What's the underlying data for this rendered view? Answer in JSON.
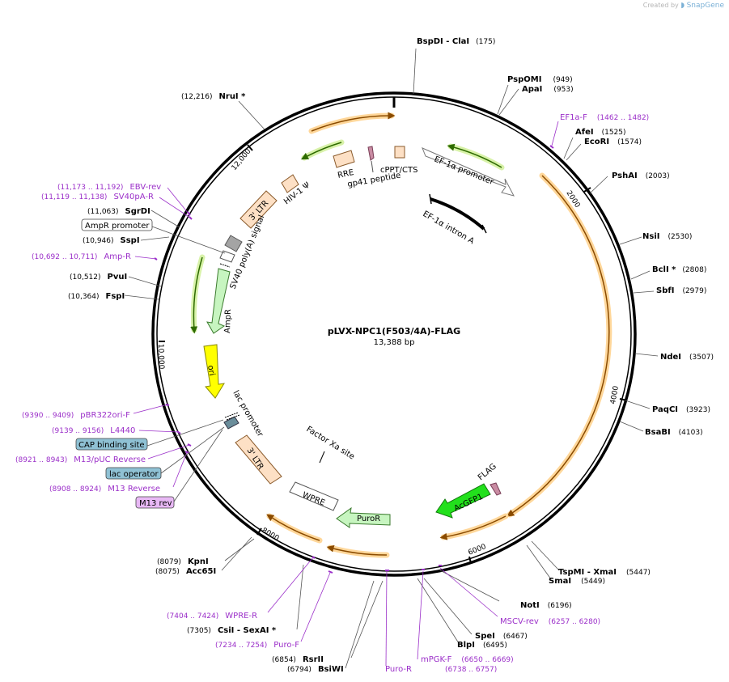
{
  "credit": {
    "prefix": "Created by",
    "brand": "SnapGene"
  },
  "title": "pLVX-NPC1(F503/4A)-FLAG",
  "length": "13,388 bp",
  "ticks": [
    "2000",
    "4000",
    "6000",
    "8000",
    "10,000",
    "12,000"
  ],
  "features": [
    {
      "label": "EF-1α promoter"
    },
    {
      "label": "EF-1α intron A"
    },
    {
      "label": "cPPT/CTS"
    },
    {
      "label": "RRE"
    },
    {
      "label": "gp41 peptide"
    },
    {
      "label": "HIV-1 Ψ"
    },
    {
      "label": "3' LTR"
    },
    {
      "label": "SV40 poly(A) signal"
    },
    {
      "label": "AmpR"
    },
    {
      "label": "ori"
    },
    {
      "label": "lac promoter"
    },
    {
      "label": "3' LTR"
    },
    {
      "label": "Factor Xa site"
    },
    {
      "label": "WPRE"
    },
    {
      "label": "PuroR"
    },
    {
      "label": "AcGFP1"
    },
    {
      "label": "FLAG"
    }
  ],
  "enzymes": [
    {
      "name": "BspDI",
      "name2": "ClaI",
      "pos": "(175)"
    },
    {
      "name": "PspOMI",
      "pos": "(949)"
    },
    {
      "name": "ApaI",
      "pos": "(953)"
    },
    {
      "name": "AfeI",
      "pos": "(1525)"
    },
    {
      "name": "EcoRI",
      "pos": "(1574)"
    },
    {
      "name": "PshAI",
      "pos": "(2003)"
    },
    {
      "name": "NsiI",
      "pos": "(2530)"
    },
    {
      "name": "BclI *",
      "pos": "(2808)"
    },
    {
      "name": "SbfI",
      "pos": "(2979)"
    },
    {
      "name": "NdeI",
      "pos": "(3507)"
    },
    {
      "name": "PaqCI",
      "pos": "(3923)"
    },
    {
      "name": "BsaBI",
      "pos": "(4103)"
    },
    {
      "name": "TspMI",
      "name2": "XmaI",
      "pos": "(5447)"
    },
    {
      "name": "SmaI",
      "pos": "(5449)"
    },
    {
      "name": "NotI",
      "pos": "(6196)"
    },
    {
      "name": "SpeI",
      "pos": "(6467)"
    },
    {
      "name": "BlpI",
      "pos": "(6495)"
    },
    {
      "name": "RsrII",
      "pos": "(6854)"
    },
    {
      "name": "BsiWI",
      "pos": "(6794)"
    },
    {
      "name": "CsiI",
      "name2": "SexAI *",
      "pos": "(7305)"
    },
    {
      "name": "KpnI",
      "pos": "(8079)"
    },
    {
      "name": "Acc65I",
      "pos": "(8075)"
    },
    {
      "name": "FspI",
      "pos": "(10,364)"
    },
    {
      "name": "PvuI",
      "pos": "(10,512)"
    },
    {
      "name": "SspI",
      "pos": "(10,946)"
    },
    {
      "name": "SgrDI",
      "pos": "(11,063)"
    },
    {
      "name": "NruI *",
      "pos": "(12,216)"
    }
  ],
  "primers": [
    {
      "name": "EF1a-F",
      "range": "(1462 .. 1482)"
    },
    {
      "name": "MSCV-rev",
      "range": "(6257 .. 6280)"
    },
    {
      "name": "mPGK-F",
      "range": "(6650 .. 6669)"
    },
    {
      "name": "Puro-R",
      "range": "(6738 .. 6757)"
    },
    {
      "name": "Puro-F",
      "range": "(7234 .. 7254)"
    },
    {
      "name": "WPRE-R",
      "range": "(7404 .. 7424)"
    },
    {
      "name": "M13 Reverse",
      "range": "(8908 .. 8924)"
    },
    {
      "name": "M13/pUC Reverse",
      "range": "(8921 .. 8943)"
    },
    {
      "name": "L4440",
      "range": "(9139 .. 9156)"
    },
    {
      "name": "pBR322ori-F",
      "range": "(9390 .. 9409)"
    },
    {
      "name": "Amp-R",
      "range": "(10,692 .. 10,711)"
    },
    {
      "name": "SV40pA-R",
      "range": "(11,119 .. 11,138)"
    },
    {
      "name": "EBV-rev",
      "range": "(11,173 .. 11,192)"
    }
  ],
  "boxed": [
    {
      "label": "AmpR promoter"
    },
    {
      "label": "CAP binding site"
    },
    {
      "label": "lac operator"
    },
    {
      "label": "M13 rev"
    }
  ],
  "colors": {
    "promoter": "#ffffff",
    "ltr": "#fde0c5",
    "ampr": "#c7f5c0",
    "ori": "#ffff00",
    "acgfp": "#22e01c",
    "orf_arrow_orange": "#ffd79a",
    "orf_arrow_green": "#d8f2a9",
    "primer": "#9b2fc9",
    "protein_bind": "#8fc1d4",
    "m13rev": "#e8b8f5"
  }
}
